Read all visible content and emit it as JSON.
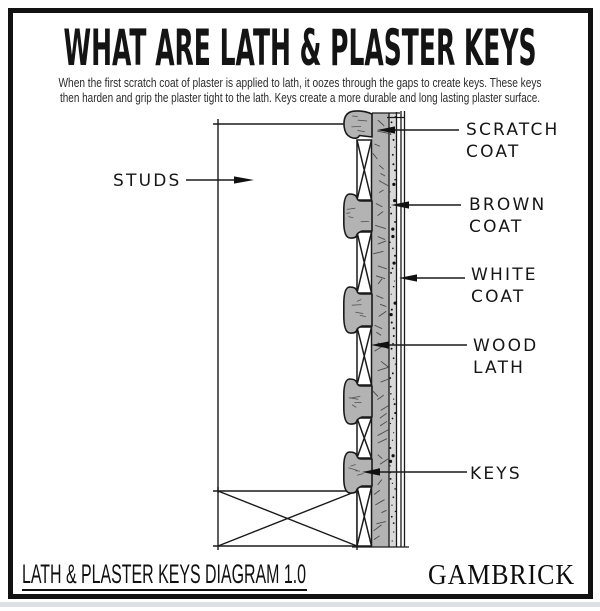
{
  "header": {
    "title": "WHAT ARE LATH & PLASTER KEYS",
    "subtitle_line1": "When the first scratch coat of plaster is applied to lath, it oozes through the gaps to create keys. These keys",
    "subtitle_line2": "then harden and grip the plaster tight to the lath. Keys create a more durable and long lasting plaster surface."
  },
  "diagram": {
    "labels": {
      "studs": "STUDS",
      "scratch_coat_line1": "SCRATCH",
      "scratch_coat_line2": "COAT",
      "brown_coat_line1": "BROWN",
      "brown_coat_line2": "COAT",
      "white_coat_line1": "WHITE",
      "white_coat_line2": "COAT",
      "wood_lath_line1": "WOOD",
      "wood_lath_line2": "LATH",
      "keys": "KEYS"
    },
    "colors": {
      "plaster_gray": "#b3b3b3",
      "brown_coat_gray": "#d9d9d9",
      "ink_black": "#1a1a1a"
    }
  },
  "footer": {
    "caption": "LATH & PLASTER KEYS DIAGRAM 1.0",
    "brand": "GAMBRICK"
  }
}
